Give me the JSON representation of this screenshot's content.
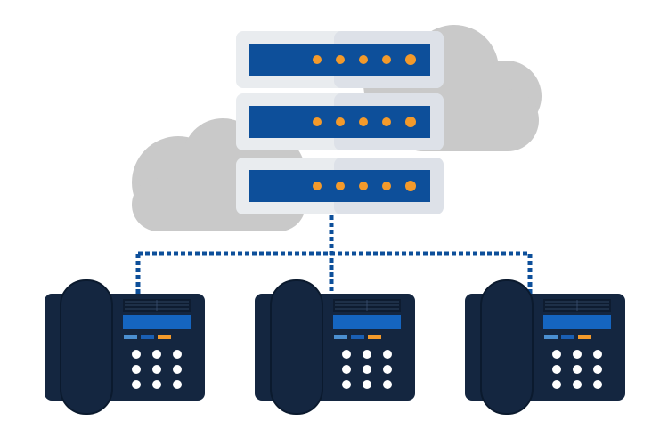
{
  "diagram": {
    "colors": {
      "background": "#ffffff",
      "cloud": "#c9c9c9",
      "server_shell": "#e9ecef",
      "server_shell_shade": "#d3d9e1",
      "server_panel": "#0d4f9a",
      "led": "#f39a2b",
      "phone_body": "#142640",
      "phone_screen": "#1565c0",
      "phone_key": "#ffffff",
      "phone_button_a": "#4a8fd1",
      "phone_button_b": "#1a5fb4",
      "phone_button_c": "#f39a2b",
      "connection": "#0d4f9a"
    },
    "icons": {
      "cloud": "cloud-icon",
      "server": "server-rack-icon",
      "phone": "desk-phone-icon",
      "connection": "dotted-network-line"
    },
    "server_units": 3,
    "leds_per_unit": 5,
    "phones": 3,
    "keypad_keys_per_phone": 9
  }
}
